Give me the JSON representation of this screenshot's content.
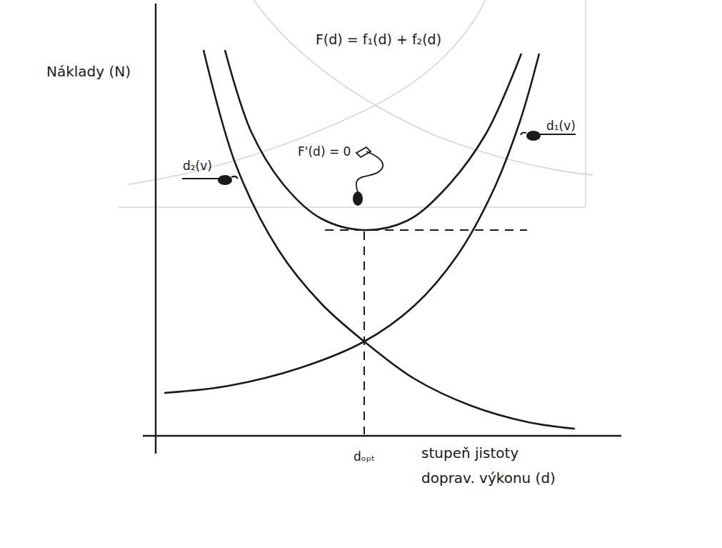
{
  "diagram": {
    "title": "F(d) = f₁(d) + f₂(d)",
    "labels": [
      "Náklady (N)",
      "d₁(v)",
      "d₂(v)",
      "F'(d) = 0",
      "dₒₚₜ",
      "stupeň jistoty",
      "doprav. výkonu (d)"
    ]
  }
}
